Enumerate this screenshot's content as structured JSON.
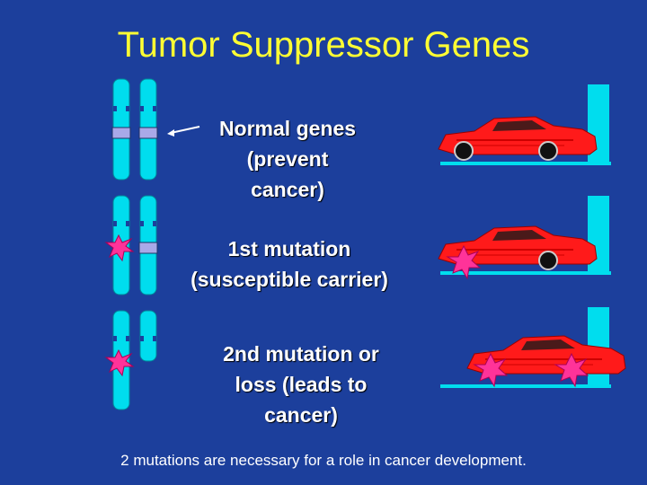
{
  "title": "Tumor Suppressor Genes",
  "rows": [
    {
      "label_lines": [
        "Normal genes",
        "(prevent",
        "cancer)"
      ]
    },
    {
      "label_lines": [
        "1st mutation",
        "(susceptible carrier)"
      ]
    },
    {
      "label_lines": [
        "2nd mutation or",
        "loss (leads to",
        "cancer)"
      ]
    }
  ],
  "footer": "2 mutations are necessary for a role in cancer development.",
  "colors": {
    "background": "#1c3f9c",
    "title": "#ffff33",
    "chromosome": "#00ddee",
    "gene_band": "#a9a9e8",
    "mutation_star": "#ff3399",
    "car": "#ff1a1a"
  }
}
